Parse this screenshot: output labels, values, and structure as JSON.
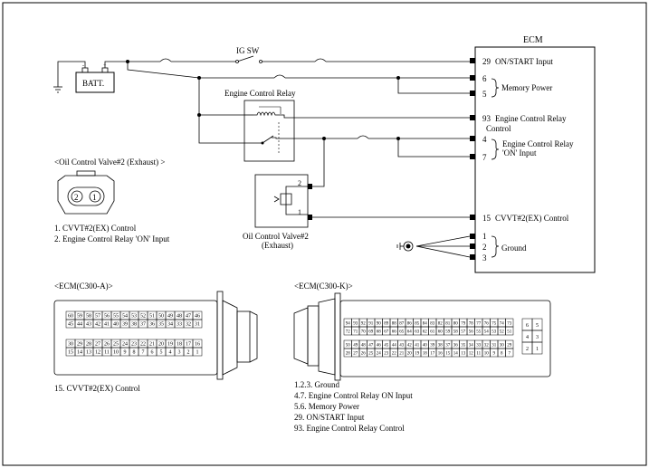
{
  "ecm": {
    "title": "ECM",
    "pins": [
      {
        "num": "29",
        "label": "ON/START Input"
      },
      {
        "num": "6",
        "label": ""
      },
      {
        "num": "5",
        "label": ""
      },
      {
        "num": "93",
        "label": "Engine Control Relay"
      },
      {
        "num": "4",
        "label": ""
      },
      {
        "num": "7",
        "label": ""
      },
      {
        "num": "15",
        "label": "CVVT#2(EX) Control"
      },
      {
        "num": "1",
        "label": ""
      },
      {
        "num": "2",
        "label": ""
      },
      {
        "num": "3",
        "label": ""
      }
    ],
    "memory_power": "Memory Power",
    "relay_control_line2": "Control",
    "relay_on_input_line1": "Engine Control Relay",
    "relay_on_input_line2": "'ON' Input",
    "ground": "Ground"
  },
  "circuit": {
    "ig_sw": "IG SW",
    "batt": "BATT.",
    "relay_title": "Engine Control Relay",
    "ocv_title_line1": "Oil Control Valve#2",
    "ocv_title_line2": "(Exhaust)",
    "ocv_pin_top": "2",
    "ocv_pin_bottom": "1"
  },
  "ocv_connector": {
    "title": "<Oil Control Valve#2 (Exhaust)  >",
    "pin_a": "2",
    "pin_b": "1",
    "legend": [
      "1. CVVT#2(EX) Control",
      "2. Engine Control Relay 'ON' Input"
    ]
  },
  "ecm_a": {
    "title": "<ECM(C300-A)>",
    "rows": [
      [
        "60",
        "59",
        "58",
        "57",
        "56",
        "55",
        "54",
        "53",
        "52",
        "51",
        "50",
        "49",
        "48",
        "47",
        "46"
      ],
      [
        "45",
        "44",
        "43",
        "42",
        "41",
        "40",
        "39",
        "38",
        "37",
        "36",
        "35",
        "34",
        "33",
        "32",
        "31"
      ],
      [
        "30",
        "29",
        "28",
        "27",
        "26",
        "25",
        "24",
        "23",
        "22",
        "21",
        "20",
        "19",
        "18",
        "17",
        "16"
      ],
      [
        "15",
        "14",
        "13",
        "12",
        "11",
        "10",
        "9",
        "8",
        "7",
        "6",
        "5",
        "4",
        "3",
        "2",
        "1"
      ]
    ],
    "legend": [
      "15.  CVVT#2(EX) Control"
    ]
  },
  "ecm_k": {
    "title": "<ECM(C300-K)>",
    "rows": [
      [
        "94",
        "93",
        "92",
        "91",
        "90",
        "89",
        "88",
        "87",
        "86",
        "85",
        "84",
        "83",
        "82",
        "81",
        "80",
        "79",
        "78",
        "77",
        "76",
        "75",
        "74",
        "73"
      ],
      [
        "72",
        "71",
        "70",
        "69",
        "68",
        "67",
        "66",
        "65",
        "64",
        "63",
        "62",
        "61",
        "60",
        "59",
        "58",
        "57",
        "56",
        "55",
        "54",
        "53",
        "52",
        "51"
      ],
      [
        "50",
        "49",
        "48",
        "47",
        "46",
        "45",
        "44",
        "43",
        "42",
        "41",
        "40",
        "39",
        "38",
        "37",
        "36",
        "35",
        "34",
        "33",
        "32",
        "31",
        "30",
        "29"
      ],
      [
        "28",
        "27",
        "26",
        "25",
        "24",
        "23",
        "22",
        "21",
        "20",
        "19",
        "18",
        "17",
        "16",
        "15",
        "14",
        "13",
        "12",
        "11",
        "10",
        "9",
        "8",
        "7"
      ]
    ],
    "side": [
      [
        "6",
        "5"
      ],
      [
        "4",
        "3"
      ],
      [
        "2",
        "1"
      ]
    ],
    "legend": [
      "1.2.3.   Ground",
      "4.7. Engine Control Relay ON Input",
      "5.6.  Memory Power",
      "29.  ON/START Input",
      "93.  Engine Control Relay Control"
    ]
  }
}
